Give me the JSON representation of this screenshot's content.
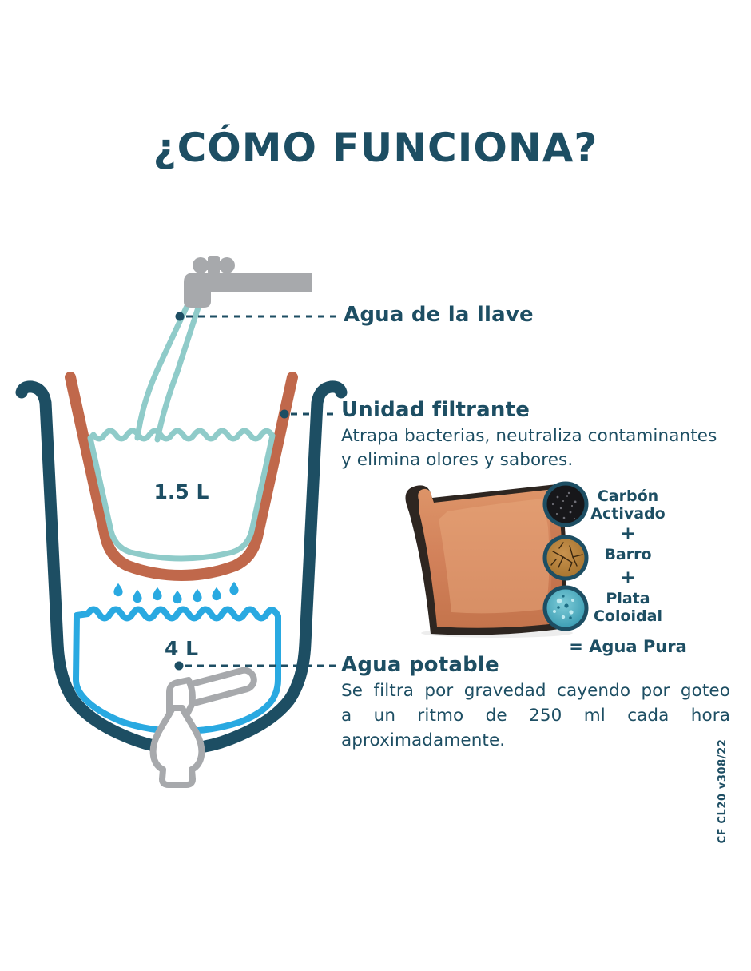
{
  "page": {
    "title": "¿CÓMO FUNCIONA?",
    "footer_code": "CF CL20 v308/22"
  },
  "colors": {
    "dark_teal": "#1D4E63",
    "terracotta_stroke": "#C0684B",
    "light_teal": "#8FCBC9",
    "bright_blue": "#29A9E1",
    "gray": "#A7A9AC",
    "pot_clay": "#D2815A",
    "carbon_circle": "#17171A",
    "clay_circle": "#B3803E",
    "silver_circle": "#49A4BA"
  },
  "icons": {
    "faucet": "faucet-icon",
    "water_stream": "water-stream",
    "drop": "water-drop-icon",
    "spigot": "spigot-icon",
    "pot": "clay-pot-image"
  },
  "labels": {
    "tap_water": "Agua de la llave",
    "filter_unit": {
      "title": "Unidad filtrante",
      "desc_line1": "Atrapa bacterias, neutraliza contaminantes",
      "desc_line2": "y elimina olores y sabores."
    },
    "upper_volume": "1.5 L",
    "lower_volume": "4 L",
    "potable": {
      "title": "Agua potable",
      "desc_line1": "Se filtra por gravedad cayendo por goteo",
      "desc_line2": "a un ritmo de 250 ml cada hora",
      "desc_line3": "aproximadamente."
    }
  },
  "composition": {
    "item1": "Carbón Activado",
    "plus": "+",
    "item2": "Barro",
    "item3": "Plata Coloidal",
    "result": "= Agua Pura"
  }
}
